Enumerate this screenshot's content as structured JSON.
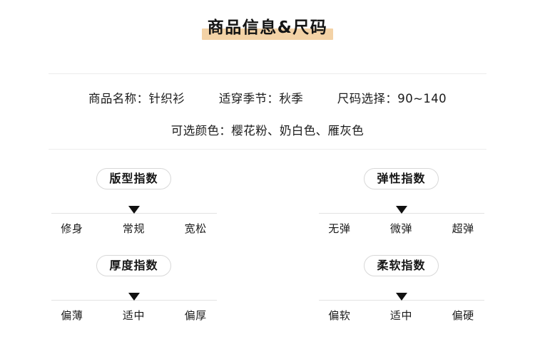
{
  "header": {
    "title": "商品信息&尺码",
    "highlight_color": "#f3d2a6"
  },
  "specs": {
    "row1": [
      {
        "label": "商品名称：",
        "value": "针织衫"
      },
      {
        "label": "适穿季节：",
        "value": "秋季"
      },
      {
        "label": "尺码选择：",
        "value": "90~140"
      }
    ],
    "row2": [
      {
        "label": "可选颜色：",
        "value": "樱花粉、奶白色、雁灰色"
      }
    ]
  },
  "indices": [
    {
      "name": "版型指数",
      "labels": [
        "修身",
        "常规",
        "宽松"
      ],
      "selected_index": 1,
      "selected_label": "常规"
    },
    {
      "name": "弹性指数",
      "labels": [
        "无弹",
        "微弹",
        "超弹"
      ],
      "selected_index": 1,
      "selected_label": "微弹"
    },
    {
      "name": "厚度指数",
      "labels": [
        "偏薄",
        "适中",
        "偏厚"
      ],
      "selected_index": 1,
      "selected_label": "适中"
    },
    {
      "name": "柔软指数",
      "labels": [
        "偏软",
        "适中",
        "偏硬"
      ],
      "selected_index": 1,
      "selected_label": "适中"
    }
  ],
  "colors": {
    "text": "#1b1b1b",
    "divider": "#ececec",
    "meter_line": "#e3e3e3",
    "badge_border": "#d8d8d8",
    "marker": "#111111",
    "background": "#ffffff"
  }
}
